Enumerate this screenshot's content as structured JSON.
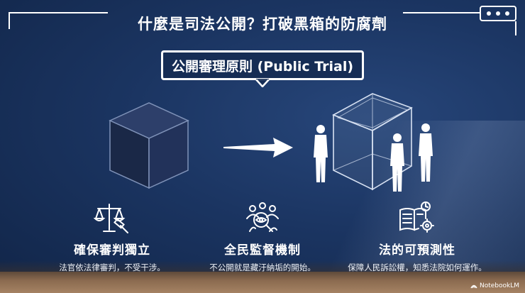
{
  "title": "什麼是司法公開？打破黑箱的防腐劑",
  "principle": "公開審理原則 (Public Trial)",
  "features": [
    {
      "icon": "scales-gavel-icon",
      "title": "確保審判獨立",
      "desc": "法官依法律審判，不受干涉。"
    },
    {
      "icon": "people-eye-icon",
      "title": "全民監督機制",
      "desc": "不公開就是藏汙納垢的開始。"
    },
    {
      "icon": "book-gear-icon",
      "title": "法的可預測性",
      "desc": "保障人民訴訟權，知悉法院如何運作。"
    }
  ],
  "brand": "NotebookLM",
  "colors": {
    "background": "#1b3562",
    "text": "#ffffff",
    "floor": "#8a6a4f"
  }
}
